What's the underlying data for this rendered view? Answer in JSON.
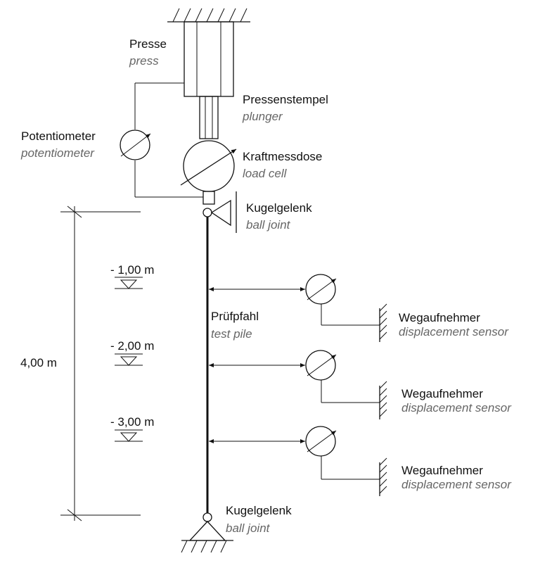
{
  "labels": {
    "press_de": "Presse",
    "press_en": "press",
    "plunger_de": "Pressenstempel",
    "plunger_en": "plunger",
    "potentiometer_de": "Potentiometer",
    "potentiometer_en": "potentiometer",
    "load_cell_de": "Kraftmessdose",
    "load_cell_en": "load cell",
    "ball_joint_top_de": "Kugelgelenk",
    "ball_joint_top_en": "ball joint",
    "test_pile_de": "Prüfpfahl",
    "test_pile_en": "test pile",
    "ball_joint_bottom_de": "Kugelgelenk",
    "ball_joint_bottom_en": "ball joint"
  },
  "depth_markers": [
    {
      "label": "- 1,00 m"
    },
    {
      "label": "- 2,00 m"
    },
    {
      "label": "- 3,00 m"
    }
  ],
  "total_length": "4,00 m",
  "sensors": [
    {
      "label_de": "Wegaufnehmer",
      "label_en": "displacement sensor"
    },
    {
      "label_de": "Wegaufnehmer",
      "label_en": "displacement sensor"
    },
    {
      "label_de": "Wegaufnehmer",
      "label_en": "displacement sensor"
    }
  ]
}
